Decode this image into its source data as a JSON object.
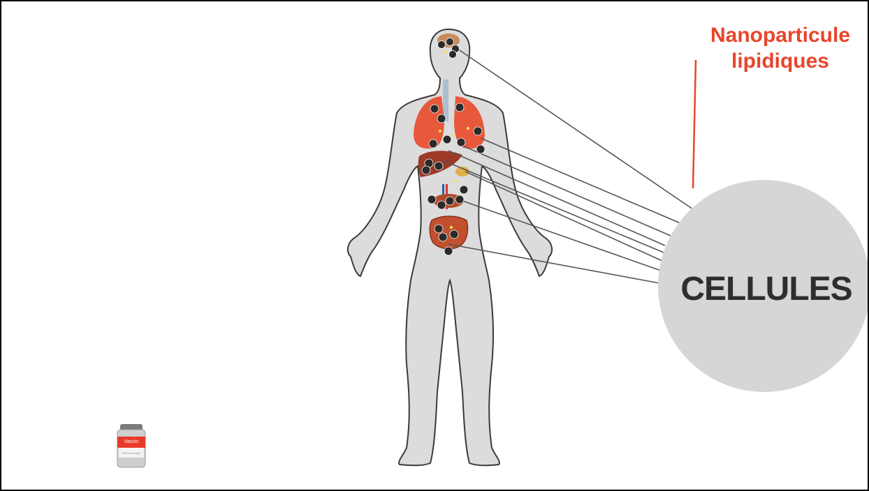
{
  "labels": {
    "nanoparticle_line1": "Nanoparticule",
    "nanoparticle_line2": "lipidiques",
    "cells": "CELLULES"
  },
  "vial": {
    "title": "Vaccin",
    "subtitle": "ARN messager"
  },
  "colors": {
    "accent": "#e8452c",
    "body_fill": "#dcdcdc",
    "body_stroke": "#3a3a3a",
    "cell_fill": "#d6d6d6",
    "organ": "#e8583a",
    "particle": "#2a2a2a",
    "connector": "#555555"
  }
}
